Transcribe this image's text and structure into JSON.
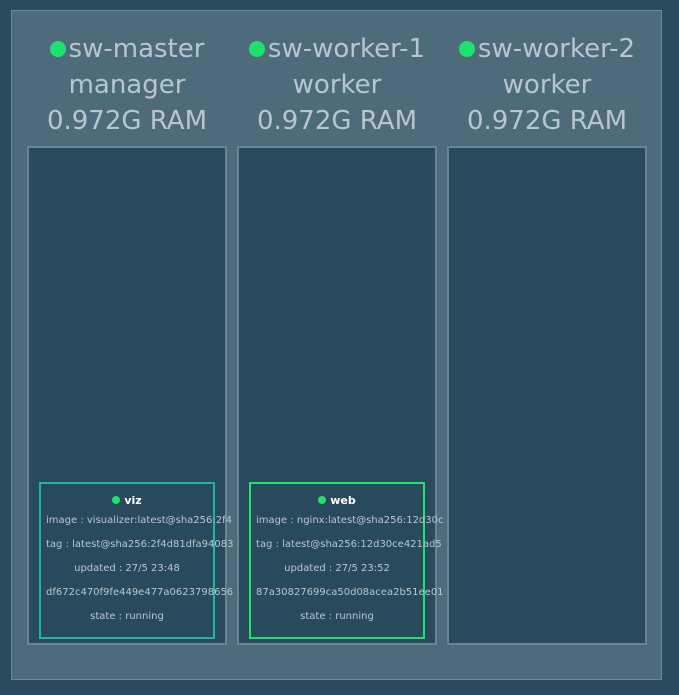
{
  "colors": {
    "background": "#2a4a5d",
    "panel": "#4e6b7c",
    "node_body": "#294a5c",
    "status_ok": "#1ce36e",
    "task_border_viz": "#1fb5a6",
    "task_border_web": "#1ce36e",
    "text": "#b9c6ce"
  },
  "nodes": [
    {
      "name": "sw-master",
      "role": "manager",
      "ram": "0.972G RAM",
      "status_icon": "status-dot-icon",
      "tasks": [
        {
          "name": "viz",
          "image": "image : visualizer:latest@sha256:2f4",
          "tag": "tag : latest@sha256:2f4d81dfa94083",
          "updated": "updated : 27/5 23:48",
          "id": "df672c470f9fe449e477a0623798656",
          "state": "state : running"
        }
      ]
    },
    {
      "name": "sw-worker-1",
      "role": "worker",
      "ram": "0.972G RAM",
      "status_icon": "status-dot-icon",
      "tasks": [
        {
          "name": "web",
          "image": "image : nginx:latest@sha256:12d30c",
          "tag": "tag : latest@sha256:12d30ce421ad5",
          "updated": "updated : 27/5 23:52",
          "id": "87a30827699ca50d08acea2b51ee01",
          "state": "state : running"
        }
      ]
    },
    {
      "name": "sw-worker-2",
      "role": "worker",
      "ram": "0.972G RAM",
      "status_icon": "status-dot-icon",
      "tasks": []
    }
  ]
}
